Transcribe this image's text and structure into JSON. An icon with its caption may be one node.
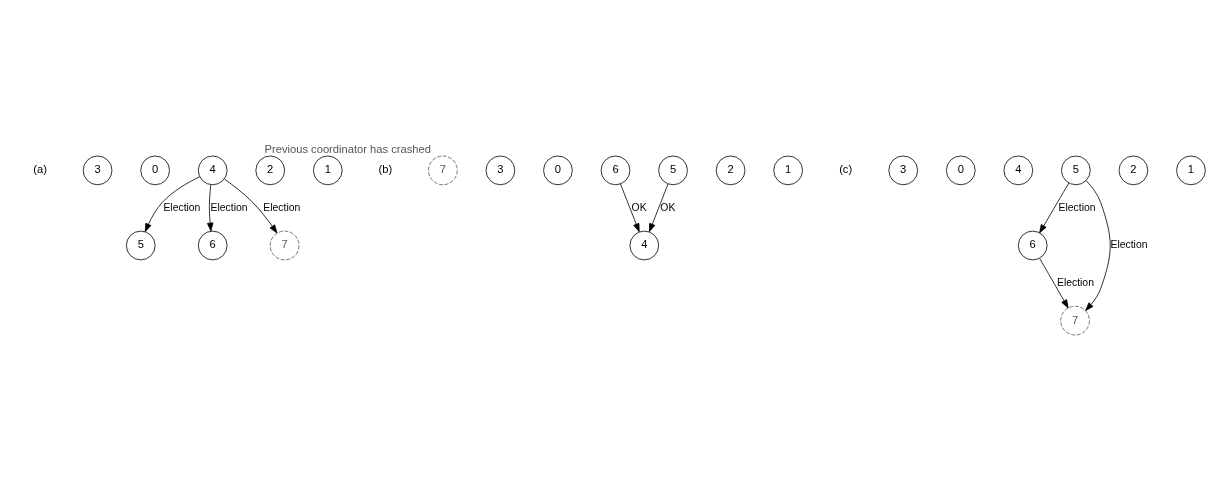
{
  "diagram": {
    "nodes": [
      {
        "text": [
          "1"
        ]
      },
      {
        "text": [
          "2"
        ]
      },
      {
        "text": [
          "5"
        ]
      },
      {
        "text": [
          "4"
        ]
      },
      {
        "text": [
          "6"
        ]
      },
      {
        "text": [
          "0"
        ]
      },
      {
        "text": [
          "3"
        ]
      },
      {
        "text": [
          "7"
        ]
      },
      {
        "text": [
          "1"
        ]
      },
      {
        "text": [
          "2"
        ]
      },
      {
        "text": [
          "5"
        ]
      },
      {
        "text": [
          "4"
        ]
      },
      {
        "text": [
          "6"
        ]
      },
      {
        "text": [
          "0"
        ]
      },
      {
        "text": [
          "3"
        ]
      },
      {
        "text": [
          "7"
        ],
        "beside": [
          "Previous coordinator has crashed"
        ]
      },
      {
        "text": [
          "1"
        ]
      },
      {
        "text": [
          "2"
        ]
      },
      {
        "text": [
          "5"
        ]
      },
      {
        "text": [
          "4"
        ]
      },
      {
        "text": [
          "6"
        ]
      },
      {
        "text": [
          "0"
        ]
      },
      {
        "text": [
          "3"
        ]
      },
      {
        "text": [
          "7"
        ]
      }
    ],
    "edges": [
      {
        "from": 3,
        "to": 2,
        "arrow": "to",
        "label": "Election"
      },
      {
        "from": 3,
        "to": 4,
        "arrow": "to",
        "label": "Election"
      },
      {
        "from": 3,
        "to": 7,
        "arrow": "to",
        "label": "Election"
      },
      {
        "from": 10,
        "to": 11,
        "arrow": "to",
        "label": "OK"
      },
      {
        "from": 12,
        "to": 11,
        "arrow": "to",
        "label": "OK"
      },
      {
        "from": 18,
        "to": 23,
        "arrow": "to",
        "label": "Election"
      },
      {
        "from": 18,
        "to": 20,
        "arrow": "to",
        "label": "Election"
      },
      {
        "from": 20,
        "to": 23,
        "arrow": "to",
        "label": "Election"
      }
    ],
    "labels": [
      "(a)",
      "(b)",
      "(c)"
    ]
  }
}
